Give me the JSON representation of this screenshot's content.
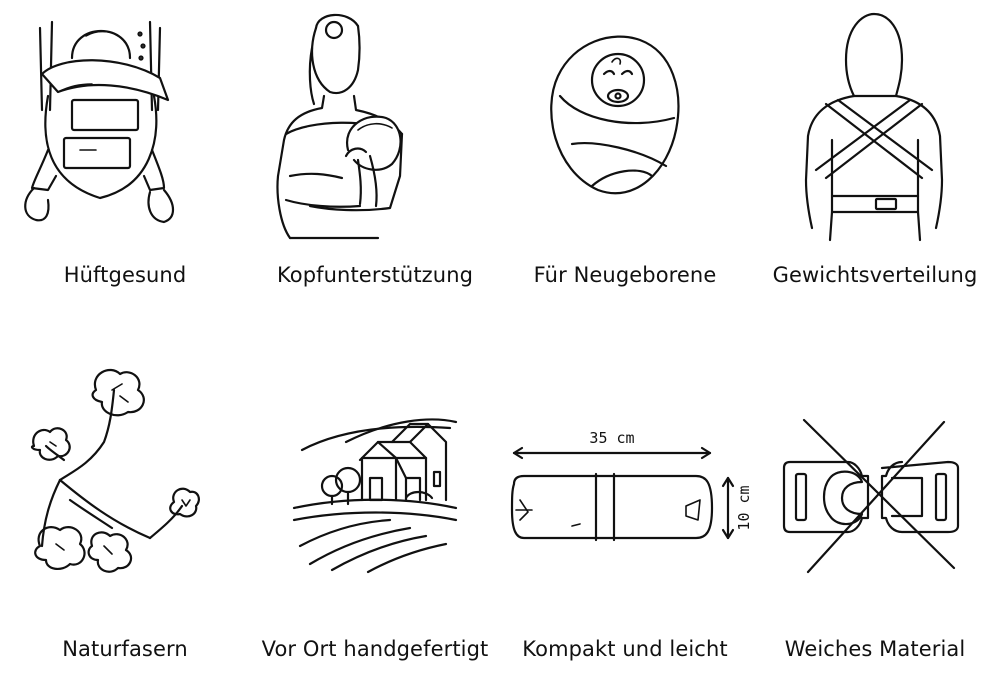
{
  "features": [
    {
      "label": "Hüftgesund",
      "icon": "hip-healthy-icon"
    },
    {
      "label": "Kopfunterstützung",
      "icon": "head-support-icon"
    },
    {
      "label": "Für Neugeborene",
      "icon": "newborn-icon"
    },
    {
      "label": "Gewichtsverteilung",
      "icon": "weight-distribution-icon"
    },
    {
      "label": "Naturfasern",
      "icon": "cotton-plant-icon"
    },
    {
      "label": "Vor Ort handgefertigt",
      "icon": "countryside-icon"
    },
    {
      "label": "Kompakt und leicht",
      "icon": "rolled-carrier-icon"
    },
    {
      "label": "Weiches Material",
      "icon": "no-buckle-icon"
    }
  ],
  "dimensions": {
    "width_label": "35 cm",
    "height_label": "10 cm"
  },
  "colors": {
    "ink": "#111111",
    "background": "#ffffff"
  }
}
